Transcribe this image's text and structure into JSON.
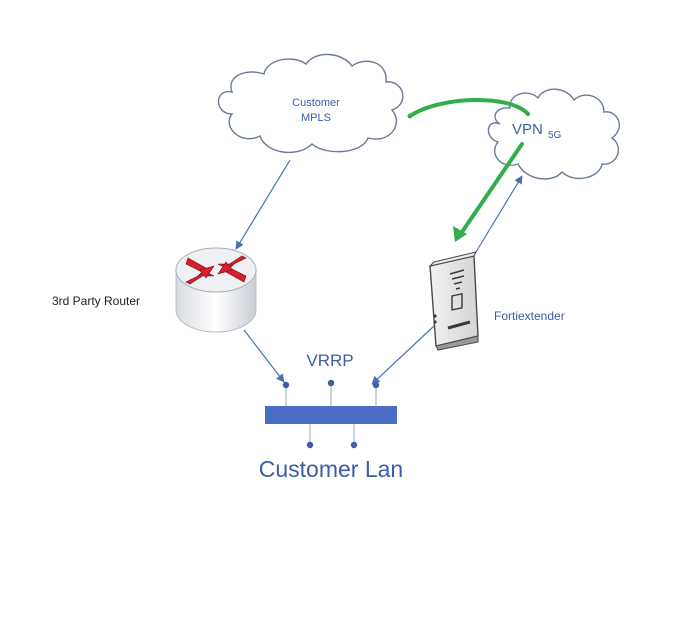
{
  "nodes": {
    "mpls_cloud": {
      "line1": "Customer",
      "line2": "MPLS"
    },
    "vpn_cloud": {
      "label": "VPN",
      "sub": "5G"
    },
    "router": {
      "label": "3rd Party Router"
    },
    "extender": {
      "label": "Fortiextender"
    },
    "lan": {
      "label": "Customer Lan"
    },
    "vrrp": {
      "label": "VRRP"
    }
  },
  "colors": {
    "line": "#4a6fb3",
    "text": "#3a5ea8",
    "bus": "#4a6cc4",
    "green": "#2fae4a",
    "router_arrow": "#d8202c"
  }
}
